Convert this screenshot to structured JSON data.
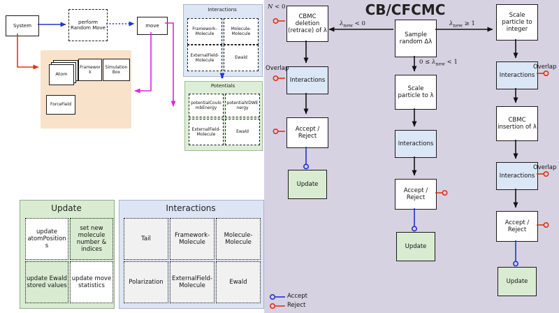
{
  "left": {
    "flow": {
      "system": "System",
      "perform": "perform Random Move",
      "move": "move",
      "atom": "Atom",
      "framework": "Framework",
      "simulation_box": "Simulation Box",
      "forcefield": "ForceField"
    },
    "interactions_top": {
      "title": "Interactions",
      "items": [
        "Framework-Molecule",
        "Molecule-Molecule",
        "ExternalField-Molecule",
        "Ewald"
      ]
    },
    "potentials": {
      "title": "Potentials",
      "items": [
        "potentialCoulombEnergy",
        "potentialVDWEnergy",
        "ExternalField-Molecule",
        "Ewald"
      ]
    },
    "update_panel": {
      "title": "Update",
      "items": [
        "update atomPositions",
        "set new molecule number & indices",
        "update Ewald stored values",
        "update move statistics"
      ]
    },
    "interactions_bottom": {
      "title": "Interactions",
      "items": [
        "Tail",
        "Framework-Molecule",
        "Molecule-Molecule",
        "Polarization",
        "ExternalField-Molecule",
        "Ewald"
      ]
    }
  },
  "right": {
    "title": "CB/CFCMC",
    "col_left": {
      "cbmc_deletion": "CBMC deletion (retrace) of λ",
      "interactions": "Interactions",
      "accept_reject": "Accept / Reject",
      "update": "Update"
    },
    "col_mid": {
      "sample": "Sample random Δλ",
      "scale": "Scale particle to λ",
      "interactions": "Interactions",
      "accept_reject": "Accept / Reject",
      "update": "Update"
    },
    "col_right": {
      "scale_integer": "Scale particle to integer",
      "interactions_top": "Interactions",
      "cbmc_insertion": "CBMC insertion of λ",
      "interactions_bottom": "Interactions",
      "accept_reject": "Accept / Reject",
      "update": "Update"
    },
    "labels": {
      "n_sym": "N",
      "lambda_sym": "λ",
      "new_sub": "new",
      "lt_0": " < 0",
      "ge_1": " ≥ 1",
      "between_pre": "0 ≤ ",
      "between_post": " < 1",
      "overlap": "Overlap"
    }
  },
  "legend": {
    "accept": "Accept",
    "reject": "Reject"
  },
  "colors": {
    "accept": "#2233cc",
    "reject": "#e03311",
    "magenta": "#e020e0",
    "interactions_fill": "#dbe7f6",
    "update_fill": "#d9ecd2",
    "right_bg": "#d7d2e2",
    "orange_bg": "#f8e2c9"
  }
}
